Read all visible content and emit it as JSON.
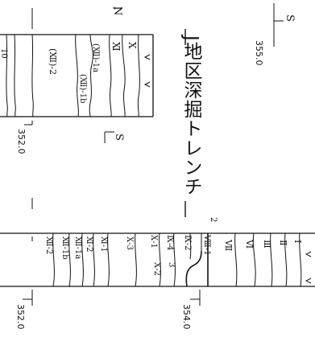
{
  "figure_title": "J地区深掘トレンチ",
  "elevations": {
    "top_left": "355.0",
    "mid_left": "352.0",
    "right_upper": "354.0",
    "right_lower": "352.0"
  },
  "direction_labels": {
    "south_top": "S",
    "north": "N",
    "south_mid": "S"
  },
  "section_upper": {
    "layers": [
      "Ⅹ",
      "Ⅺ",
      "(Ⅻ)-1a",
      "(Ⅻ)-1b",
      "(Ⅻ)-2",
      "10"
    ]
  },
  "section_lower": {
    "layers": [
      "Ⅰ",
      "Ⅱ",
      "Ⅲ",
      "Ⅵ",
      "Ⅶ",
      "Ⅷ-1",
      "2",
      "Ⅸ-2",
      "Ⅸ-4",
      "3",
      "Ⅹ-1",
      "Ⅹ-2",
      "Ⅹ-3",
      "Ⅺ-1",
      "Ⅺ-2",
      "Ⅻ-1a",
      "Ⅻ-1b",
      "Ⅻ-2"
    ]
  }
}
